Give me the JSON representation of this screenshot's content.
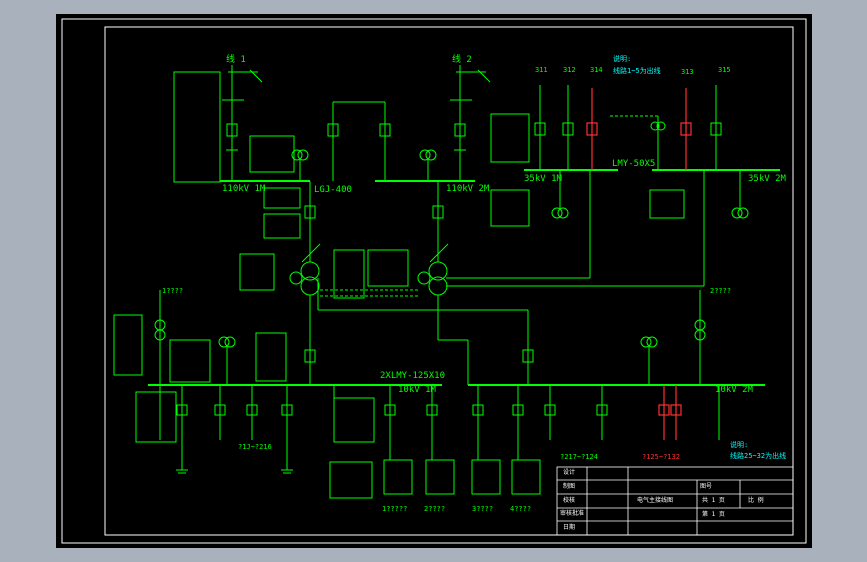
{
  "colors": {
    "viewport": "#a9b1bc",
    "sheet": "#000000",
    "wire": "#00ff00",
    "highlight": "#ff3030",
    "note": "#00ffff",
    "frame": "#ffffff"
  },
  "icons": [
    "circuit-breaker-icon",
    "disconnector-icon",
    "transformer-icon",
    "grounding-icon",
    "arrester-icon"
  ],
  "busbars": {
    "b110_1": "110kV 1M",
    "b110_2": "110kV 2M",
    "b35_1": "35kV 1M",
    "b35_2": "35kV 2M",
    "b10_1": "10kV 1M",
    "b10_2": "10kV 2M"
  },
  "incoming": {
    "line1": "线 1",
    "line2": "线 2"
  },
  "conductors": {
    "lgj": "LGJ-400",
    "lmy": "LMY-50X5",
    "twin": "2XLMY-125X10"
  },
  "feeders35": {
    "f311": "311",
    "f312": "312",
    "f314": "314",
    "f313": "313",
    "f315": "315"
  },
  "transformers": {
    "t1": "1????",
    "t2": "2????"
  },
  "feeder_groups": {
    "g1": "?1J~?216",
    "g2": "?217~?124",
    "g3": "?125~?132"
  },
  "caps": {
    "c1": "1?????",
    "c2": "2????",
    "c3": "3????",
    "c4": "4????"
  },
  "notes": {
    "n1_a": "说明:",
    "n1_b": "线路1~5为出线",
    "n2_a": "说明:",
    "n2_b": "线路25~32为出线"
  },
  "title_block": {
    "r1": "设计",
    "r2": "制图",
    "r3": "校核",
    "r4": "审核批准",
    "r5": "日期",
    "drawing_title": "电气主接线图",
    "drawing_no": "图号",
    "sheet_total": "共 1 页",
    "sheet_no": "第 1 页",
    "scale": "比 例"
  }
}
